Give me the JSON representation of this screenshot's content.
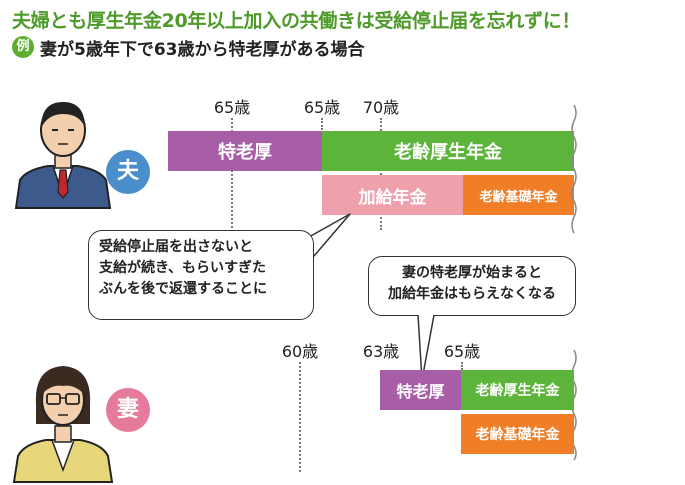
{
  "title": "夫婦とも厚生年金20年以上加入の共働きは受給停止届を忘れずに！",
  "example_badge": "例",
  "example_text": "妻が5歳年下で63歳から特老厚がある場合",
  "husband": {
    "label": "夫",
    "ticks": [
      "65歳",
      "65歳",
      "70歳"
    ],
    "bars": {
      "tokuroko": "特老厚",
      "rourei_kousei": "老齢厚生年金",
      "kakyu": "加給年金",
      "rourei_kiso": "老齢基礎年金"
    }
  },
  "wife": {
    "label": "妻",
    "ticks": [
      "60歳",
      "63歳",
      "65歳"
    ],
    "bars": {
      "tokuroko": "特老厚",
      "rourei_kousei": "老齢厚生年金",
      "rourei_kiso": "老齢基礎年金"
    }
  },
  "callouts": {
    "left": [
      "受給停止届を出さないと",
      "支給が続き、もらいすぎた",
      "ぶんを後で返還することに"
    ],
    "right": [
      "妻の特老厚が始まると",
      "加給年金はもらえなくなる"
    ]
  },
  "colors": {
    "title_green": "#4e9a2a",
    "tokuroko_purple": "#a85ea6",
    "kousei_green": "#5cb43a",
    "kakyu_pink": "#eea1ad",
    "kiso_orange": "#ef7e27",
    "husband_blue": "#4a8fcc",
    "wife_pink": "#e67a9a"
  }
}
